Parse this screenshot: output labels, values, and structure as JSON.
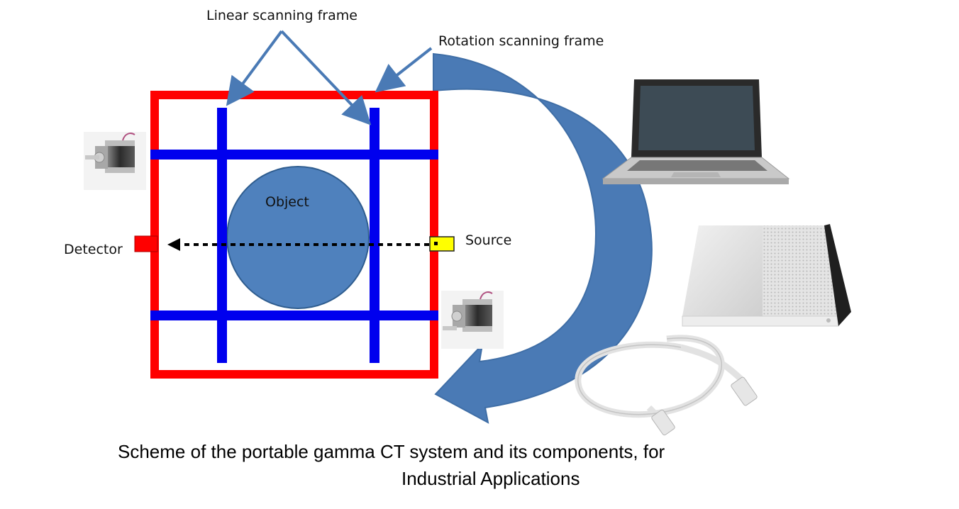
{
  "labels": {
    "linear_frame": "Linear scanning frame",
    "rotation_frame": "Rotation scanning frame",
    "object": "Object",
    "detector": "Detector",
    "source": "Source"
  },
  "caption": {
    "line1": "Scheme of the portable gamma CT system and its components, for",
    "line2": "Industrial Applications"
  },
  "colors": {
    "outer_frame": "#ff0000",
    "linear_bars": "#0000ee",
    "object": "#4f81bd",
    "rotation_arrow": "#4a7ab5",
    "detector": "#ff0000",
    "source": "#ffff00",
    "pointer_arrows": "#4a7ab5"
  },
  "components": [
    "stepper-motor",
    "stepper-motor",
    "laptop",
    "computer-console",
    "ethernet-cable"
  ]
}
